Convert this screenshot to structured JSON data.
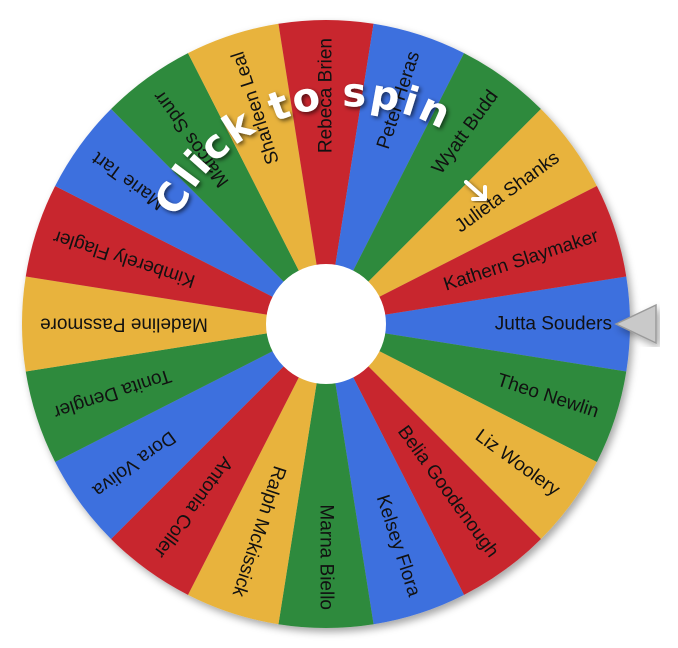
{
  "wheel": {
    "spin_prompt": "Click to spin",
    "segments": [
      {
        "label": "Jutta Souders",
        "color": "#3e6fde"
      },
      {
        "label": "Theo Newlin",
        "color": "#2e8a3c"
      },
      {
        "label": "Liz Woolery",
        "color": "#e8b33d"
      },
      {
        "label": "Belia Goodenough",
        "color": "#c8262f"
      },
      {
        "label": "Kelsey Flora",
        "color": "#3e6fde"
      },
      {
        "label": "Marna Biello",
        "color": "#2e8a3c"
      },
      {
        "label": "Ralph Mckissick",
        "color": "#e8b33d"
      },
      {
        "label": "Antonia Coller",
        "color": "#c8262f"
      },
      {
        "label": "Dora Voliva",
        "color": "#3e6fde"
      },
      {
        "label": "Tonita Dengler",
        "color": "#2e8a3c"
      },
      {
        "label": "Madeline Passmore",
        "color": "#e8b33d"
      },
      {
        "label": "Kimberely Flagler",
        "color": "#c8262f"
      },
      {
        "label": "Marie Tart",
        "color": "#3e6fde"
      },
      {
        "label": "Marcos Spurr",
        "color": "#2e8a3c"
      },
      {
        "label": "Sharleen Leal",
        "color": "#e8b33d"
      },
      {
        "label": "Rebeca Brien",
        "color": "#c8262f"
      },
      {
        "label": "Peter Heras",
        "color": "#3e6fde"
      },
      {
        "label": "Wyatt Budd",
        "color": "#2e8a3c"
      },
      {
        "label": "Julieta Shanks",
        "color": "#e8b33d"
      },
      {
        "label": "Kathern Slaymaker",
        "color": "#c8262f"
      }
    ],
    "pointer_color": "#c9c9c9",
    "hub_color": "#ffffff",
    "arrow_icon": "arrow-down-right-icon"
  }
}
